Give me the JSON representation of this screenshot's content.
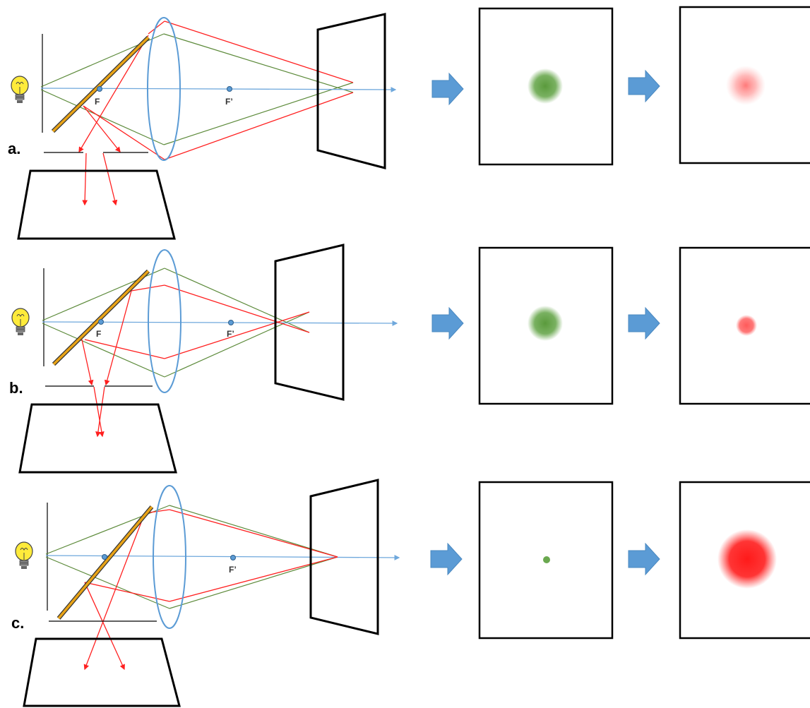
{
  "panels": [
    {
      "label": "a.",
      "focal_left": "F",
      "focal_right": "F’",
      "green_spot": "defocused",
      "red_spot": "defocused"
    },
    {
      "label": "b.",
      "focal_left": "F",
      "focal_right": "F’",
      "green_spot": "defocused",
      "red_spot": "small"
    },
    {
      "label": "c.",
      "focal_left": "",
      "focal_right": "F’",
      "green_spot": "focused",
      "red_spot": "large-defocused"
    }
  ],
  "colors": {
    "green_ray": "#5c8a3a",
    "red_ray": "#ff2020",
    "axis": "#6fa8dc",
    "lens": "#5b9bd5",
    "arrow": "#5b9bd5",
    "mirror": "#e8a317",
    "bulb": "#ffeb3b"
  },
  "icons": {
    "source": "lightbulb-icon",
    "arrow": "right-arrow-icon"
  }
}
